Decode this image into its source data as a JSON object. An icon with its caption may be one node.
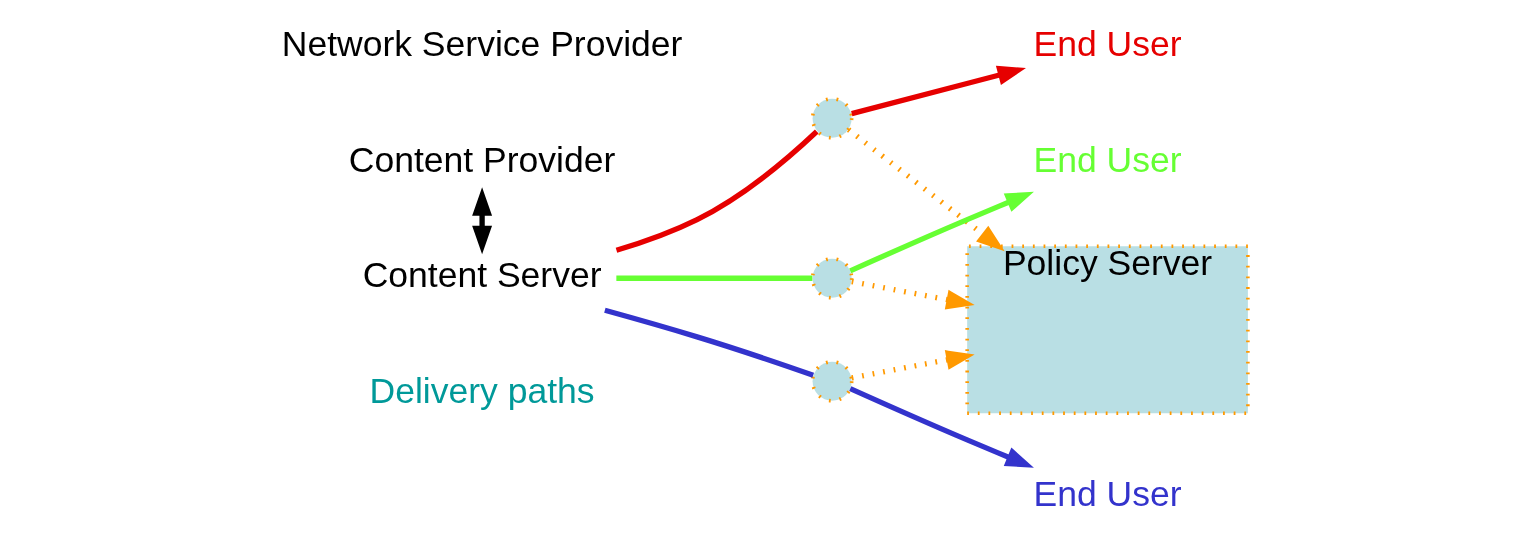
{
  "diagram": {
    "nodes": [
      {
        "text": [
          "Content Provider"
        ]
      },
      {
        "text": [
          "Content Server"
        ]
      },
      {
        "text": [],
        "shape": "circle"
      },
      {
        "text": [],
        "shape": "circle"
      },
      {
        "text": [],
        "shape": "circle"
      },
      {
        "text": [
          "End User"
        ]
      },
      {
        "text": [
          "End User"
        ]
      },
      {
        "text": [
          "End User"
        ]
      },
      {
        "text": [
          "Policy Server"
        ]
      }
    ],
    "edges": [
      {
        "from": 0,
        "to": 1,
        "arrow": "both",
        "color": "#000000"
      },
      {
        "from": 1,
        "to": 2,
        "arrow": "none",
        "color": "#e60000"
      },
      {
        "from": 2,
        "to": 5,
        "arrow": "to",
        "color": "#e60000"
      },
      {
        "from": 1,
        "to": 3,
        "arrow": "none",
        "color": "#66ff33"
      },
      {
        "from": 3,
        "to": 6,
        "arrow": "to",
        "color": "#66ff33"
      },
      {
        "from": 1,
        "to": 4,
        "arrow": "none",
        "color": "#3333cc"
      },
      {
        "from": 4,
        "to": 7,
        "arrow": "to",
        "color": "#3333cc"
      },
      {
        "from": 2,
        "to": 8,
        "arrow": "to",
        "style": "dashed",
        "color": "#ff9900"
      },
      {
        "from": 3,
        "to": 8,
        "arrow": "to",
        "style": "dashed",
        "color": "#ff9900"
      },
      {
        "from": 4,
        "to": 8,
        "arrow": "to",
        "style": "dashed",
        "color": "#ff9900"
      }
    ],
    "labels": [
      "Network Service Provider",
      "Delivery paths"
    ]
  }
}
